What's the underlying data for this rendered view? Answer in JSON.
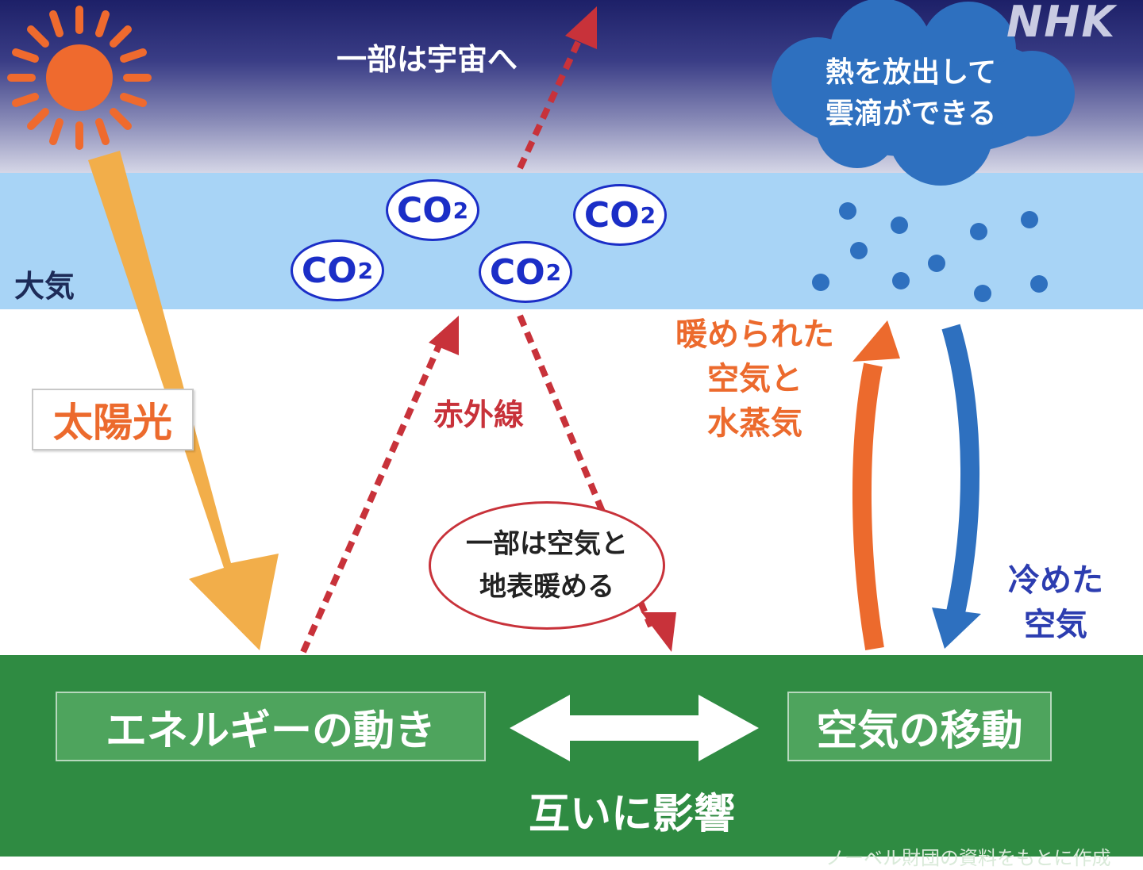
{
  "logo": "NHK",
  "labels": {
    "to_space": "一部は宇宙へ",
    "cloud_line1": "熱を放出して",
    "cloud_line2": "雲滴ができる",
    "atmosphere": "大気",
    "co2_main": "CO",
    "co2_sub": "2",
    "sunlight": "太陽光",
    "infrared": "赤外線",
    "warm_ground_line1": "一部は空気と",
    "warm_ground_line2": "地表暖める",
    "warmed_air_line1": "暖められた",
    "warmed_air_line2": "空気と",
    "warmed_air_line3": "水蒸気",
    "cooled_air_line1": "冷めた",
    "cooled_air_line2": "空気",
    "energy_movement": "エネルギーの動き",
    "air_movement": "空気の移動",
    "mutual_influence": "互いに影響",
    "source_note": "ノーベル財団の資料をもとに作成"
  },
  "colors": {
    "sun": "#ef6a2e",
    "sunlight_arrow": "#f2ae4a",
    "infrared": "#c8323a",
    "co2_outline": "#1b2ec7",
    "cloud": "#2e70bf",
    "warm_arrow": "#ec6a2d",
    "cool_arrow": "#2e70bf",
    "ground": "#2f8b42",
    "atmosphere": "#a8d4f6"
  },
  "icons": [
    "sun-icon",
    "cloud-icon",
    "water-droplets-icon",
    "double-arrow-icon"
  ]
}
